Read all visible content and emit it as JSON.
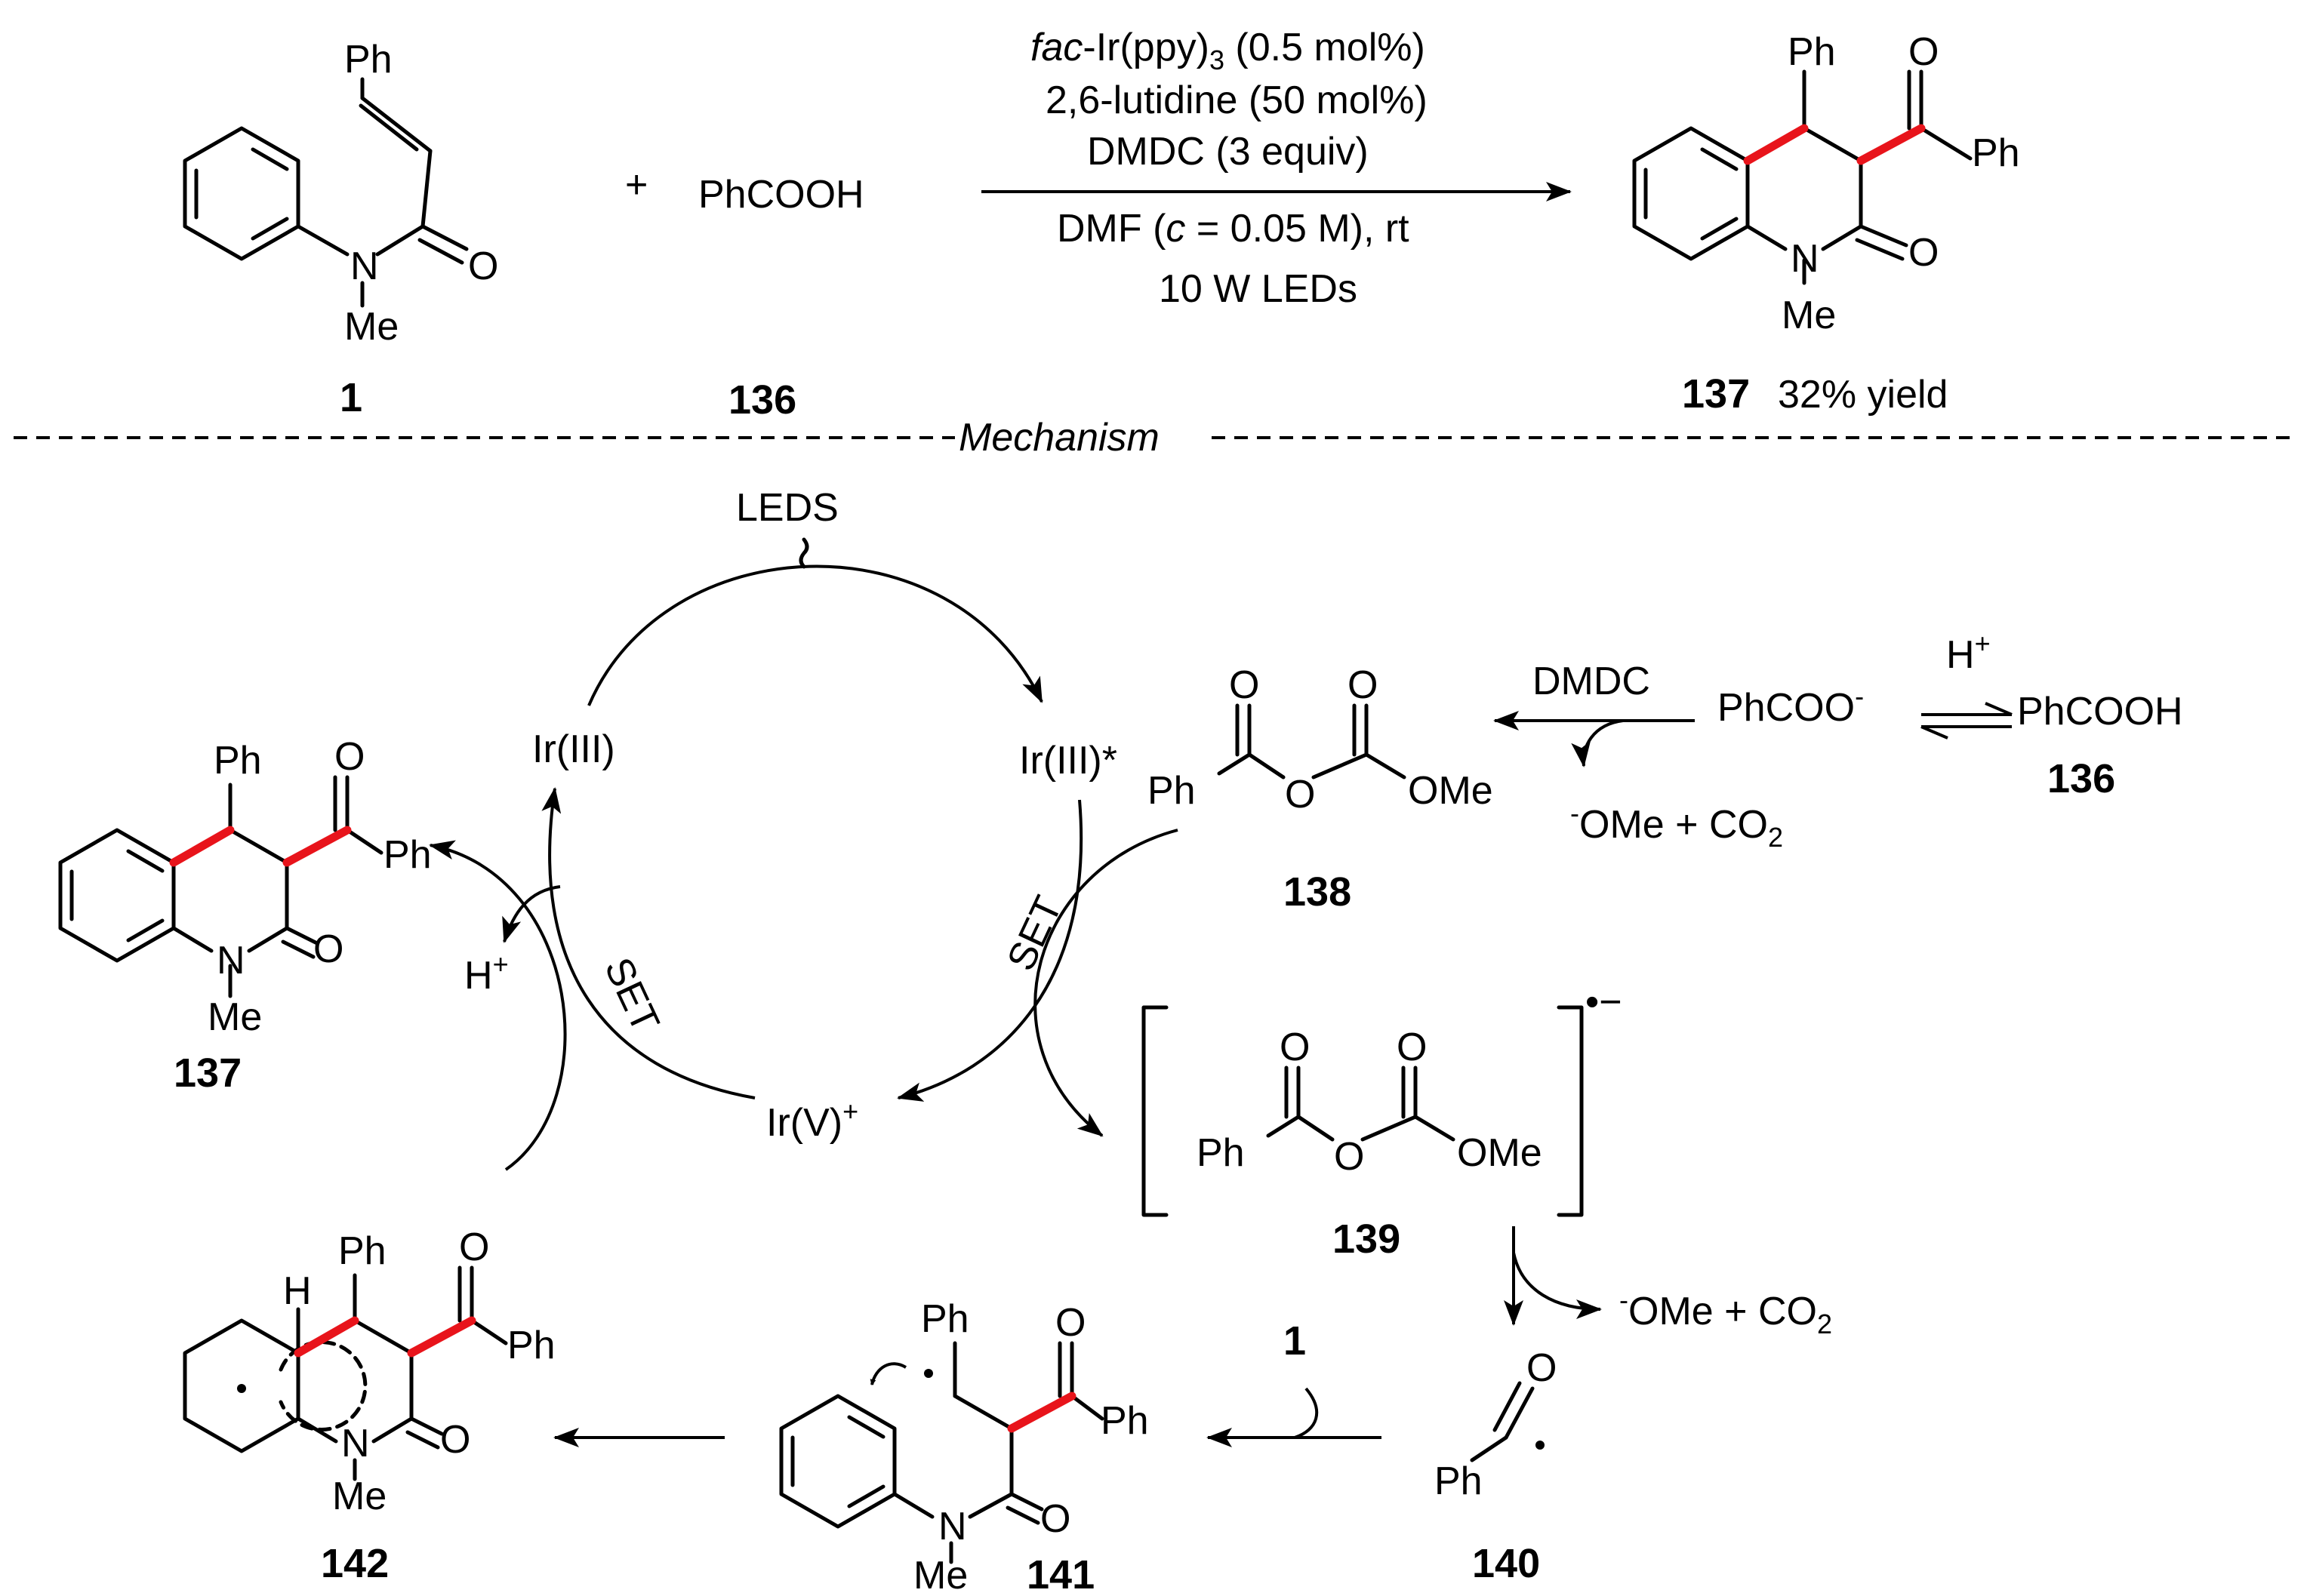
{
  "reaction": {
    "plus": "+",
    "reagent_136": "PhCOOH",
    "conditions": {
      "line1_italic": "fac",
      "line1_rest": "-Ir(ppy)",
      "line1_sub": "3",
      "line1_tail": " (0.5 mol%)",
      "line2": "2,6-lutidine (50 mol%)",
      "line3": "DMDC  (3 equiv)",
      "line4_a": "DMF (",
      "line4_c": "c",
      "line4_b": " = 0.05 M),  rt",
      "line5": "10 W LEDs"
    },
    "compound_1": "1",
    "compound_136": "136",
    "product_137": "137",
    "yield": "32% yield"
  },
  "section_label": "Mechanism",
  "atoms": {
    "ph": "Ph",
    "n": "N",
    "o": "O",
    "me": "Me",
    "ome": "OMe",
    "h": "H"
  },
  "mechanism": {
    "light": "LEDS",
    "ir3": "Ir(III)",
    "ir3_star": "Ir(III)*",
    "ir5": "Ir(V)",
    "plus_sup": "+",
    "set1": "SET",
    "set2": "SET",
    "h_plus": "H",
    "dmdc": "DMDC",
    "phcoo": "PhCOO",
    "minus_sup": "-",
    "phcooh": "PhCOOH",
    "ome_minus_pre": "-",
    "ome_text": "OMe  +  CO",
    "co2_sub": "2",
    "radical_anion": "•−",
    "reagent_1": "1",
    "labels": {
      "c136": "136",
      "c137": "137",
      "c138": "138",
      "c139": "139",
      "c140": "140",
      "c141": "141",
      "c142": "142"
    }
  }
}
